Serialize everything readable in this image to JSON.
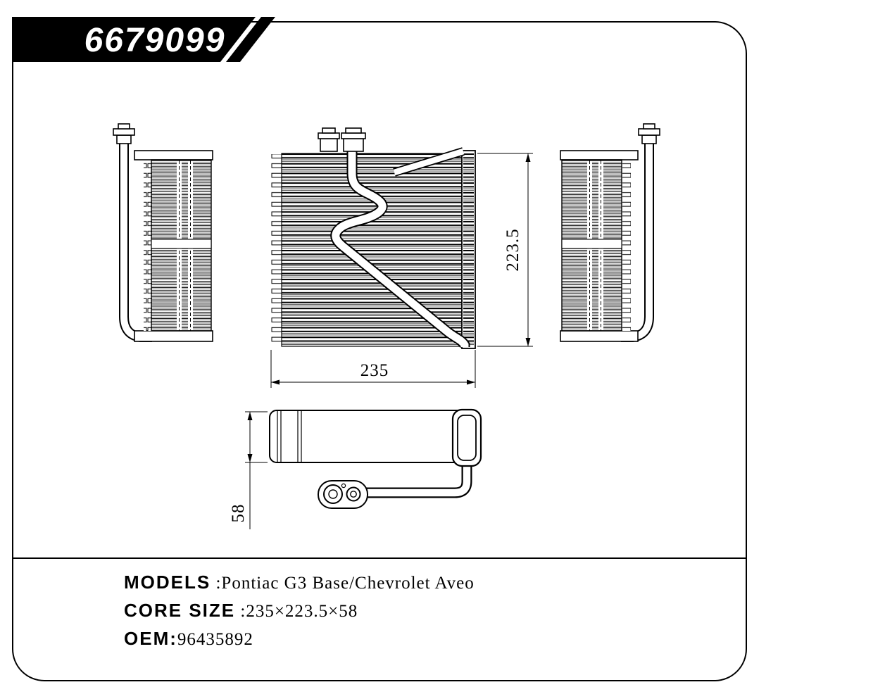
{
  "banner": {
    "part_number": "6679099"
  },
  "drawing": {
    "dim_height": "223.5",
    "dim_width": "235",
    "dim_depth": "58"
  },
  "specs": {
    "models_label": "MODELS",
    "models_value": " :Pontiac G3 Base/Chevrolet Aveo",
    "core_size_label": "CORE SIZE",
    "core_size_value": " :235×223.5×58",
    "oem_label": "OEM:",
    "oem_value": "96435892"
  },
  "colors": {
    "line": "#000000",
    "background": "#ffffff",
    "banner_bg": "#000000",
    "banner_text": "#ffffff"
  }
}
